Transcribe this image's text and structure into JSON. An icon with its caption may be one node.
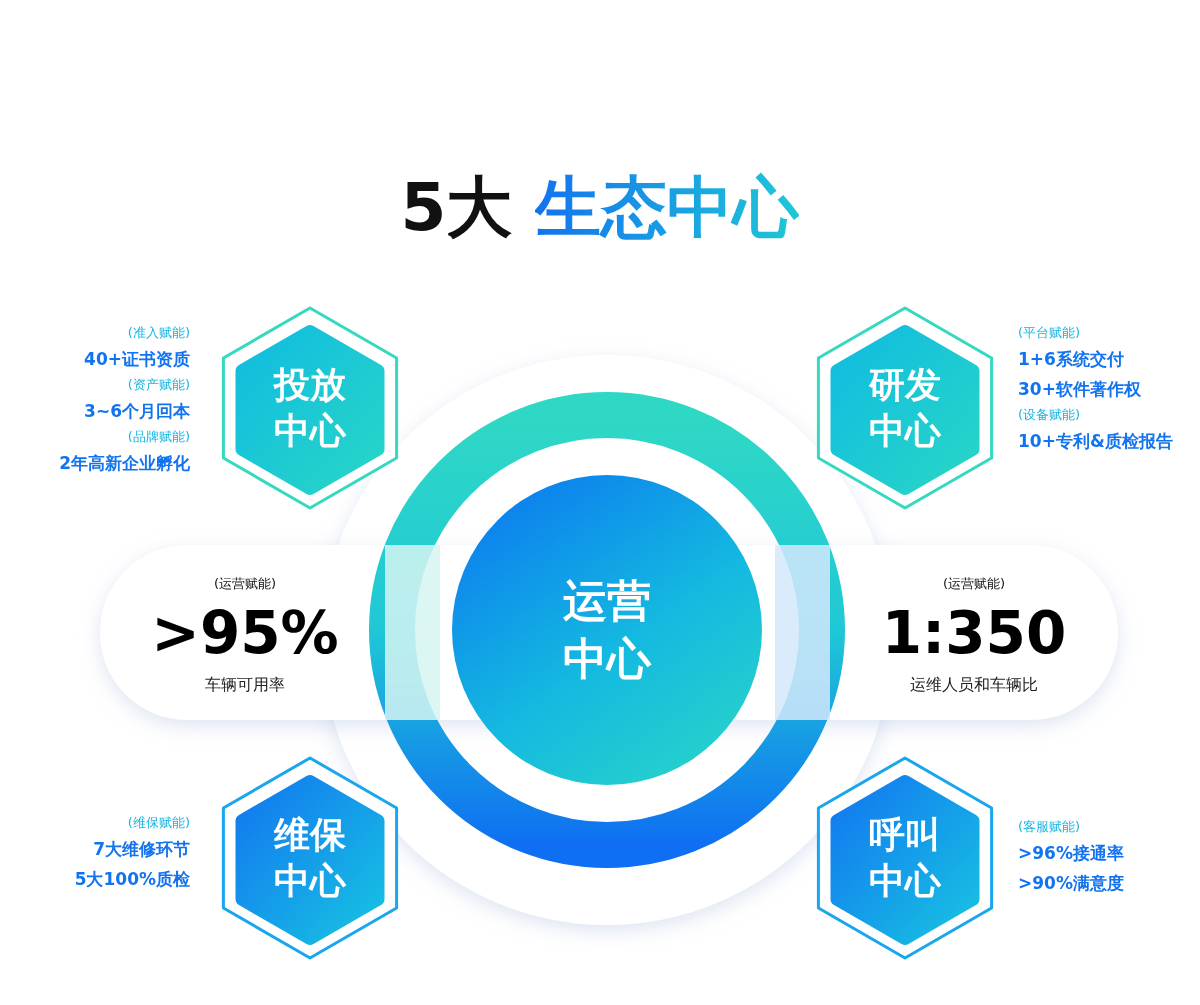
{
  "diagram": {
    "title": "5大 生态中心",
    "nodes": [
      {
        "text": [
          "投放中心"
        ],
        "beside": [
          "(准入赋能)",
          "40+证书资质",
          "(资产赋能)",
          "3~6个月回本",
          "(品牌赋能)",
          "2年高新企业孵化"
        ]
      },
      {
        "text": [
          "研发中心"
        ],
        "beside": [
          "(平台赋能)",
          "1+6系统交付",
          "30+软件著作权",
          "(设备赋能)",
          "10+专利&质检报告"
        ]
      },
      {
        "text": [
          "(运营赋能)",
          ">95%",
          "车辆可用率"
        ]
      },
      {
        "text": [
          "运营中心"
        ]
      },
      {
        "text": [
          "(运营赋能)",
          "1:350",
          "运维人员和车辆比"
        ]
      },
      {
        "text": [
          "维保中心"
        ],
        "beside": [
          "(维保赋能)",
          "7大维修环节",
          "5大100%质检"
        ]
      },
      {
        "text": [
          "呼叫中心"
        ],
        "beside": [
          "(客服赋能)",
          ">96%接通率",
          ">90%满意度"
        ]
      }
    ]
  }
}
